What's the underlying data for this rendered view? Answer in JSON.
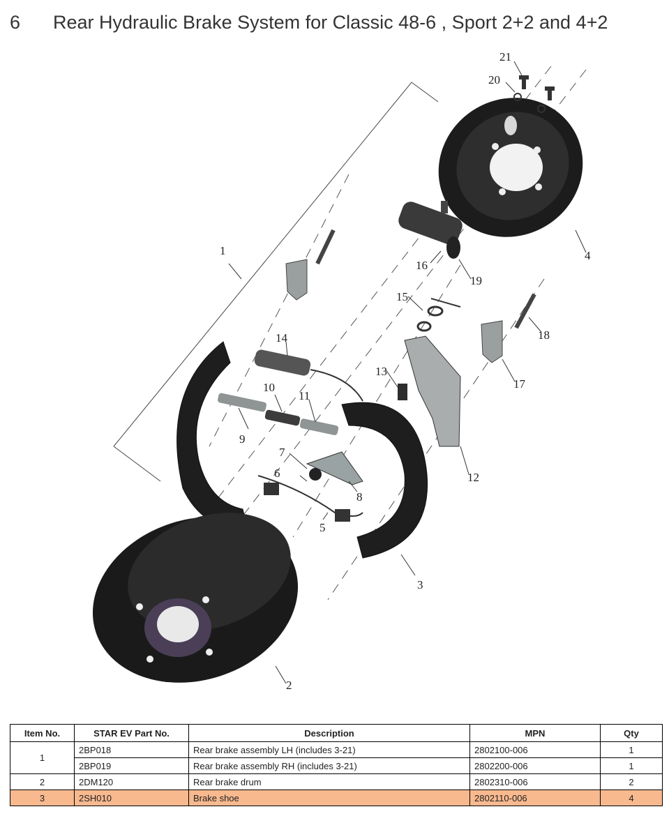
{
  "section": {
    "number": "6",
    "title": "Rear Hydraulic Brake System for Classic 48-6 , Sport 2+2 and 4+2"
  },
  "diagram": {
    "callouts": [
      "1",
      "2",
      "3",
      "4",
      "5",
      "6",
      "7",
      "8",
      "9",
      "10",
      "11",
      "12",
      "13",
      "14",
      "15",
      "16",
      "17",
      "18",
      "19",
      "20",
      "21"
    ]
  },
  "table": {
    "headers": [
      "Item No.",
      "STAR EV Part No.",
      "Description",
      "MPN",
      "Qty"
    ],
    "rows": [
      {
        "item": "1",
        "part": "2BP018",
        "desc": "Rear brake assembly LH (includes 3-21)",
        "mpn": "2802100-006",
        "qty": "1"
      },
      {
        "item": "",
        "part": "2BP019",
        "desc": "Rear brake assembly RH (includes 3-21)",
        "mpn": "2802200-006",
        "qty": "1"
      },
      {
        "item": "2",
        "part": "2DM120",
        "desc": "Rear brake drum",
        "mpn": "2802310-006",
        "qty": "2"
      },
      {
        "item": "3",
        "part": "2SH010",
        "desc": "Brake shoe",
        "mpn": "2802110-006",
        "qty": "4"
      }
    ],
    "highlight_color": "#f8b98f"
  }
}
